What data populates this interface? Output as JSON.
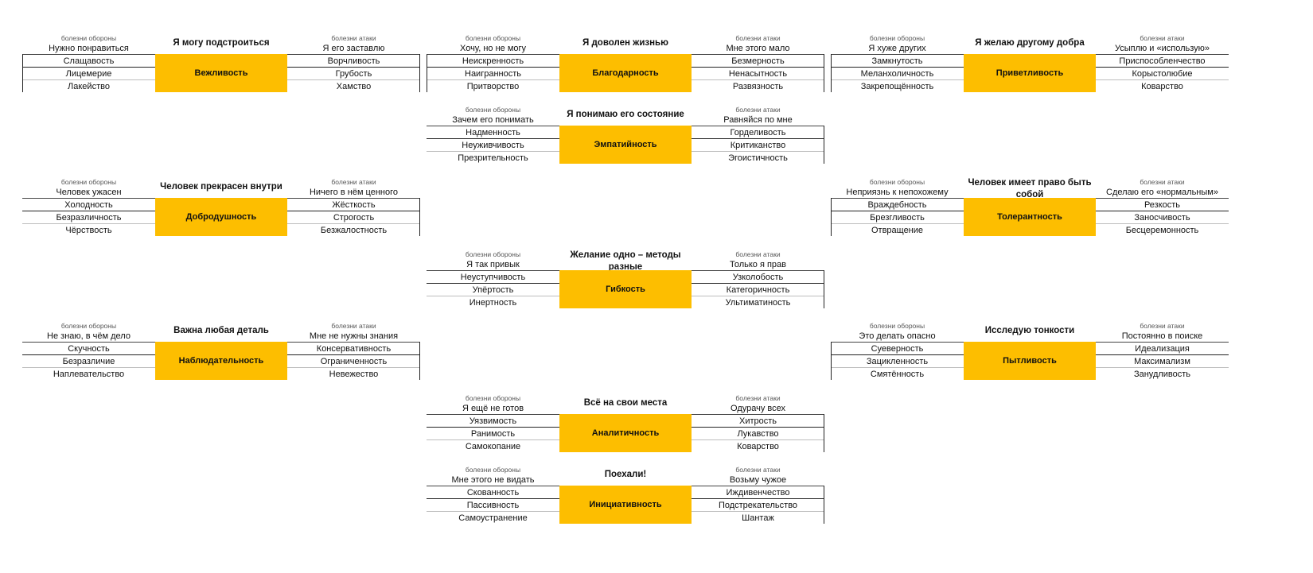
{
  "cards": [
    {
      "id": "c1",
      "virtue": "Вежливость",
      "motto": "Я могу подстроиться",
      "defense": {
        "caption": "болезни обороны",
        "subtitle": "Нужно понравиться",
        "items": [
          "Слащавость",
          "Лицемерие",
          "Лакейство"
        ]
      },
      "attack": {
        "caption": "болезни атаки",
        "subtitle": "Я его заставлю",
        "items": [
          "Ворчливость",
          "Грубость",
          "Хамство"
        ]
      }
    },
    {
      "id": "c2",
      "virtue": "Благодарность",
      "motto": "Я доволен жизнью",
      "defense": {
        "caption": "болезни обороны",
        "subtitle": "Хочу, но не могу",
        "items": [
          "Неискренность",
          "Наигранность",
          "Притворство"
        ]
      },
      "attack": {
        "caption": "болезни атаки",
        "subtitle": "Мне этого мало",
        "items": [
          "Безмерность",
          "Ненасытность",
          "Развязность"
        ]
      }
    },
    {
      "id": "c3",
      "virtue": "Приветливость",
      "motto": "Я желаю другому добра",
      "defense": {
        "caption": "болезни обороны",
        "subtitle": "Я хуже других",
        "items": [
          "Замкнутость",
          "Меланхоличность",
          "Закрепощённость"
        ]
      },
      "attack": {
        "caption": "болезни атаки",
        "subtitle": "Усыплю и «использую»",
        "items": [
          "Приспособленчество",
          "Корыстолюбие",
          "Коварство"
        ]
      }
    },
    {
      "id": "c4",
      "virtue": "Эмпатийность",
      "motto": "Я понимаю его состояние",
      "defense": {
        "caption": "болезни обороны",
        "subtitle": "Зачем его понимать",
        "items": [
          "Надменность",
          "Неуживчивость",
          "Презрительность"
        ]
      },
      "attack": {
        "caption": "болезни атаки",
        "subtitle": "Равняйся по мне",
        "items": [
          "Горделивость",
          "Критиканство",
          "Эгоистичность"
        ]
      }
    },
    {
      "id": "c5",
      "virtue": "Добродушность",
      "motto": "Человек прекрасен внутри",
      "defense": {
        "caption": "болезни обороны",
        "subtitle": "Человек ужасен",
        "items": [
          "Холодность",
          "Безразличность",
          "Чёрствость"
        ]
      },
      "attack": {
        "caption": "болезни атаки",
        "subtitle": "Ничего в нём ценного",
        "items": [
          "Жёсткость",
          "Строгость",
          "Безжалостность"
        ]
      }
    },
    {
      "id": "c6",
      "virtue": "Толерантность",
      "motto": "Человек имеет право быть собой",
      "defense": {
        "caption": "болезни обороны",
        "subtitle": "Неприязнь к непохожему",
        "items": [
          "Враждебность",
          "Брезгливость",
          "Отвращение"
        ]
      },
      "attack": {
        "caption": "болезни атаки",
        "subtitle": "Сделаю его «нормальным»",
        "items": [
          "Резкость",
          "Заносчивость",
          "Бесцеремонность"
        ]
      }
    },
    {
      "id": "c7",
      "virtue": "Гибкость",
      "motto": "Желание одно – методы разные",
      "defense": {
        "caption": "болезни обороны",
        "subtitle": "Я так привык",
        "items": [
          "Неуступчивость",
          "Упёртость",
          "Инертность"
        ]
      },
      "attack": {
        "caption": "болезни атаки",
        "subtitle": "Только я прав",
        "items": [
          "Узколобость",
          "Категоричность",
          "Ультиматиность"
        ]
      }
    },
    {
      "id": "c8",
      "virtue": "Наблюдательность",
      "motto": "Важна любая деталь",
      "defense": {
        "caption": "болезни обороны",
        "subtitle": "Не знаю, в чём дело",
        "items": [
          "Скучность",
          "Безразличие",
          "Наплевательство"
        ]
      },
      "attack": {
        "caption": "болезни атаки",
        "subtitle": "Мне не нужны знания",
        "items": [
          "Консервативность",
          "Ограниченность",
          "Невежество"
        ]
      }
    },
    {
      "id": "c9",
      "virtue": "Пытливость",
      "motto": "Исследую тонкости",
      "defense": {
        "caption": "болезни обороны",
        "subtitle": "Это делать опасно",
        "items": [
          "Суеверность",
          "Зацикленность",
          "Смятённость"
        ]
      },
      "attack": {
        "caption": "болезни атаки",
        "subtitle": "Постоянно в поиске",
        "items": [
          "Идеализация",
          "Максимализм",
          "Занудливость"
        ]
      }
    },
    {
      "id": "c10",
      "virtue": "Аналитичность",
      "motto": "Всё на свои места",
      "defense": {
        "caption": "болезни обороны",
        "subtitle": "Я ещё не готов",
        "items": [
          "Уязвимость",
          "Ранимость",
          "Самокопание"
        ]
      },
      "attack": {
        "caption": "болезни атаки",
        "subtitle": "Одурачу всех",
        "items": [
          "Хитрость",
          "Лукавство",
          "Коварство"
        ]
      }
    },
    {
      "id": "c11",
      "virtue": "Инициативность",
      "motto": "Поехали!",
      "defense": {
        "caption": "болезни обороны",
        "subtitle": "Мне этого не видать",
        "items": [
          "Скованность",
          "Пассивность",
          "Самоустранение"
        ]
      },
      "attack": {
        "caption": "болезни атаки",
        "subtitle": "Возьму чужое",
        "items": [
          "Иждивенчество",
          "Подстрекательство",
          "Шантаж"
        ]
      }
    }
  ]
}
